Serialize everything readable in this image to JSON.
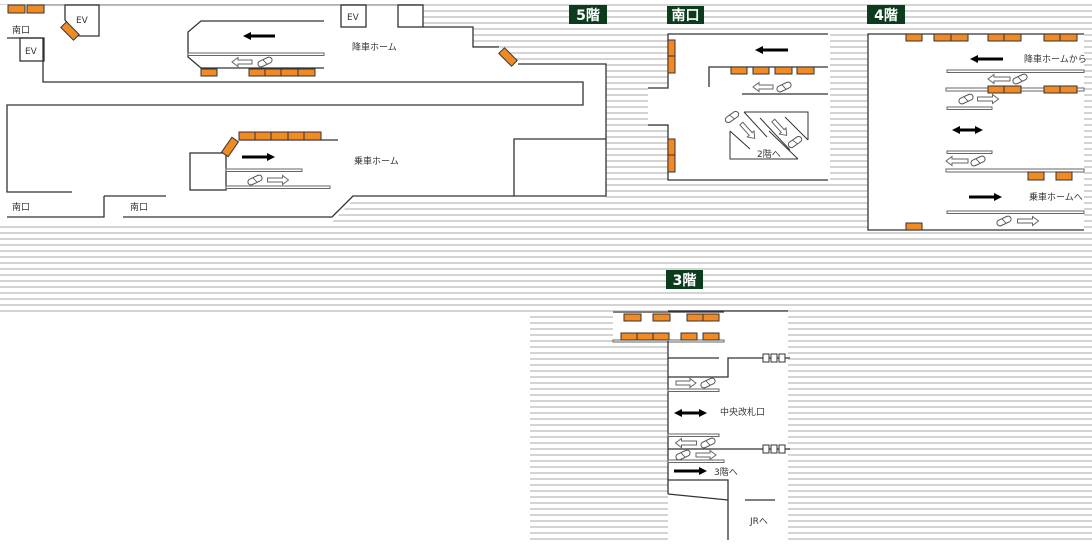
{
  "floors": {
    "f5": {
      "title": "5階",
      "labels": {
        "south_exit_1": "南口",
        "south_exit_2": "南口",
        "south_exit_3": "南口",
        "ev_1": "EV",
        "ev_2": "EV",
        "ev_3": "EV",
        "alighting": "降車ホーム",
        "boarding": "乗車ホーム"
      }
    },
    "south": {
      "title": "南口",
      "labels": {
        "to_2f": "2階へ"
      }
    },
    "f4": {
      "title": "4階",
      "labels": {
        "from_alighting": "降車ホームから",
        "to_boarding": "乗車ホームへ"
      }
    },
    "f3": {
      "title": "3階",
      "labels": {
        "central_gate": "中央改札口",
        "to_3f": "3階へ",
        "to_jr": "JRへ"
      }
    }
  },
  "colors": {
    "shop": "#f08a24",
    "title_bg": "#0d3b1e"
  },
  "icons": [
    "escalator-icon",
    "walk-direction-arrow-icon",
    "two-way-arrow-icon",
    "ticket-gate-icon"
  ]
}
